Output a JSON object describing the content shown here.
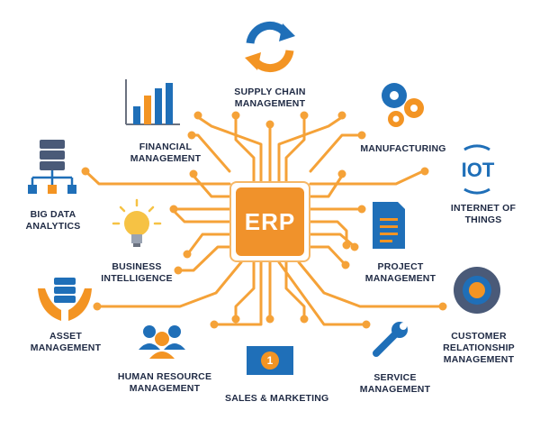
{
  "center": {
    "label": "ERP"
  },
  "modules": {
    "supply_chain": [
      "SUPPLY CHAIN",
      "MANAGEMENT"
    ],
    "financial": [
      "FINANCIAL",
      "MANAGEMENT"
    ],
    "manufacturing": [
      "MANUFACTURING"
    ],
    "big_data": [
      "BIG DATA",
      "ANALYTICS"
    ],
    "iot": [
      "INTERNET OF",
      "THINGS"
    ],
    "business_intel": [
      "BUSINESS",
      "INTELLIGENCE"
    ],
    "project": [
      "PROJECT",
      "MANAGEMENT"
    ],
    "asset": [
      "ASSET",
      "MANAGEMENT"
    ],
    "crm": [
      "CUSTOMER",
      "RELATIONSHIP",
      "MANAGEMENT"
    ],
    "hr": [
      "HUMAN RESOURCE",
      "MANAGEMENT"
    ],
    "sales": [
      "SALES & MARKETING"
    ],
    "service": [
      "SERVICE",
      "MANAGEMENT"
    ]
  },
  "icons": {
    "iot_text": "IOT",
    "sales_badge": "1"
  },
  "colors": {
    "orange": "#f39423",
    "blue": "#1f6fb8",
    "dark": "#1f2a44",
    "line": "#f5a238"
  }
}
